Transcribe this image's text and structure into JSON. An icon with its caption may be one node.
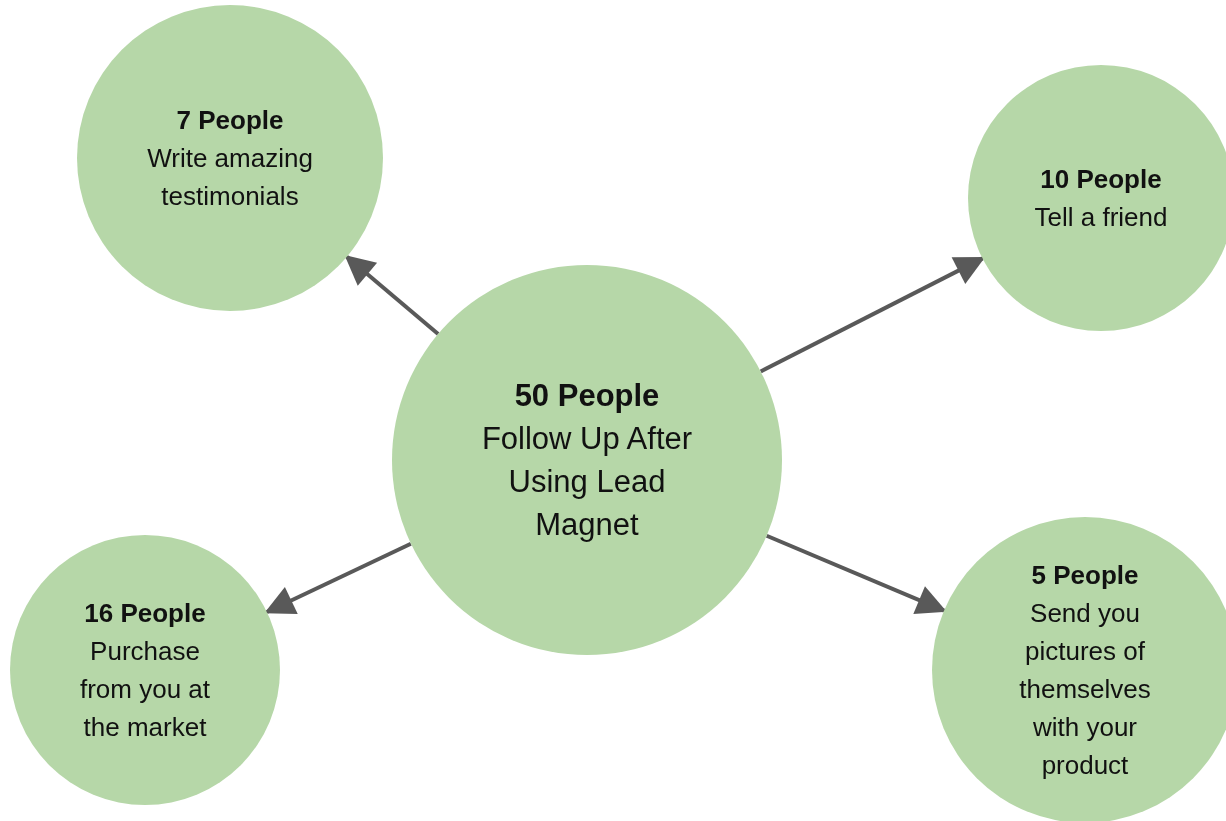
{
  "diagram": {
    "nodes": [
      {
        "text": [
          "7 People",
          "Write amazing testimonials"
        ]
      },
      {
        "text": [
          "10 People",
          "Tell a friend"
        ]
      },
      {
        "text": [
          "50 People",
          "Follow Up After Using Lead Magnet"
        ]
      },
      {
        "text": [
          "16 People",
          "Purchase from you at the market"
        ]
      },
      {
        "text": [
          "5 People",
          "Send you pictures of themselves with your product"
        ]
      }
    ],
    "edges": [
      {
        "from": 2,
        "to": 0,
        "arrow": "to"
      },
      {
        "from": 2,
        "to": 1,
        "arrow": "to"
      },
      {
        "from": 2,
        "to": 3,
        "arrow": "to"
      },
      {
        "from": 2,
        "to": 4,
        "arrow": "to"
      }
    ]
  }
}
